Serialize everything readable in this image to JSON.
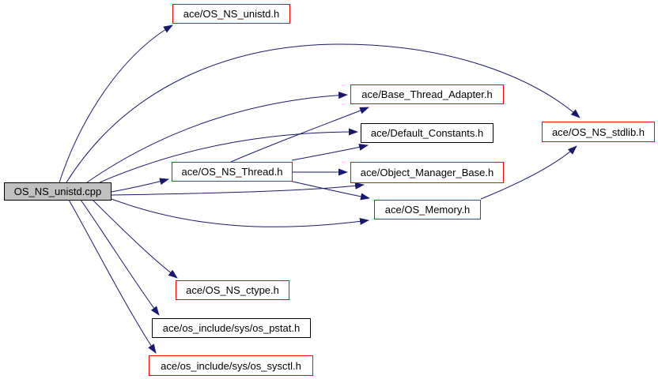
{
  "diagram": {
    "kind": "include-dependency-graph",
    "background_color": "#ffffff",
    "edge_color": "#191970",
    "node_fill": "#ffffff",
    "root_fill": "#c0c0c0",
    "red_border": "#ff0000",
    "black_border": "#000000",
    "nodes": [
      {
        "id": "os_ns_unistd_cpp",
        "label": "OS_NS_unistd.cpp",
        "border": "#000000",
        "fill": "#c0c0c0",
        "role": "root"
      },
      {
        "id": "os_ns_unistd_h",
        "label": "ace/OS_NS_unistd.h",
        "border": "#ff0000",
        "fill": "#ffffff"
      },
      {
        "id": "base_thread_adapter_h",
        "label": "ace/Base_Thread_Adapter.h",
        "border": "#ff0000",
        "fill": "#ffffff"
      },
      {
        "id": "default_constants_h",
        "label": "ace/Default_Constants.h",
        "border": "#000000",
        "fill": "#ffffff"
      },
      {
        "id": "os_ns_thread_h",
        "label": "ace/OS_NS_Thread.h",
        "border": "#ff0000",
        "fill": "#ffffff"
      },
      {
        "id": "object_manager_base_h",
        "label": "ace/Object_Manager_Base.h",
        "border": "#ff0000",
        "fill": "#ffffff"
      },
      {
        "id": "os_memory_h",
        "label": "ace/OS_Memory.h",
        "border": "#ff0000",
        "fill": "#ffffff"
      },
      {
        "id": "os_ns_stdlib_h",
        "label": "ace/OS_NS_stdlib.h",
        "border": "#ff0000",
        "fill": "#ffffff"
      },
      {
        "id": "os_ns_ctype_h",
        "label": "ace/OS_NS_ctype.h",
        "border": "#ff0000",
        "fill": "#ffffff"
      },
      {
        "id": "os_pstat_h",
        "label": "ace/os_include/sys/os_pstat.h",
        "border": "#000000",
        "fill": "#ffffff"
      },
      {
        "id": "os_sysctl_h",
        "label": "ace/os_include/sys/os_sysctl.h",
        "border": "#ff0000",
        "fill": "#ffffff"
      }
    ],
    "edges": [
      {
        "from": "os_ns_unistd_cpp",
        "to": "os_ns_unistd_h"
      },
      {
        "from": "os_ns_unistd_cpp",
        "to": "os_ns_stdlib_h"
      },
      {
        "from": "os_ns_unistd_cpp",
        "to": "base_thread_adapter_h"
      },
      {
        "from": "os_ns_unistd_cpp",
        "to": "default_constants_h"
      },
      {
        "from": "os_ns_unistd_cpp",
        "to": "os_ns_thread_h"
      },
      {
        "from": "os_ns_unistd_cpp",
        "to": "object_manager_base_h"
      },
      {
        "from": "os_ns_unistd_cpp",
        "to": "os_memory_h"
      },
      {
        "from": "os_ns_unistd_cpp",
        "to": "os_ns_ctype_h"
      },
      {
        "from": "os_ns_unistd_cpp",
        "to": "os_pstat_h"
      },
      {
        "from": "os_ns_unistd_cpp",
        "to": "os_sysctl_h"
      },
      {
        "from": "os_ns_thread_h",
        "to": "base_thread_adapter_h"
      },
      {
        "from": "os_ns_thread_h",
        "to": "default_constants_h"
      },
      {
        "from": "os_ns_thread_h",
        "to": "object_manager_base_h"
      },
      {
        "from": "os_ns_thread_h",
        "to": "os_memory_h"
      },
      {
        "from": "os_memory_h",
        "to": "os_ns_stdlib_h"
      }
    ]
  }
}
